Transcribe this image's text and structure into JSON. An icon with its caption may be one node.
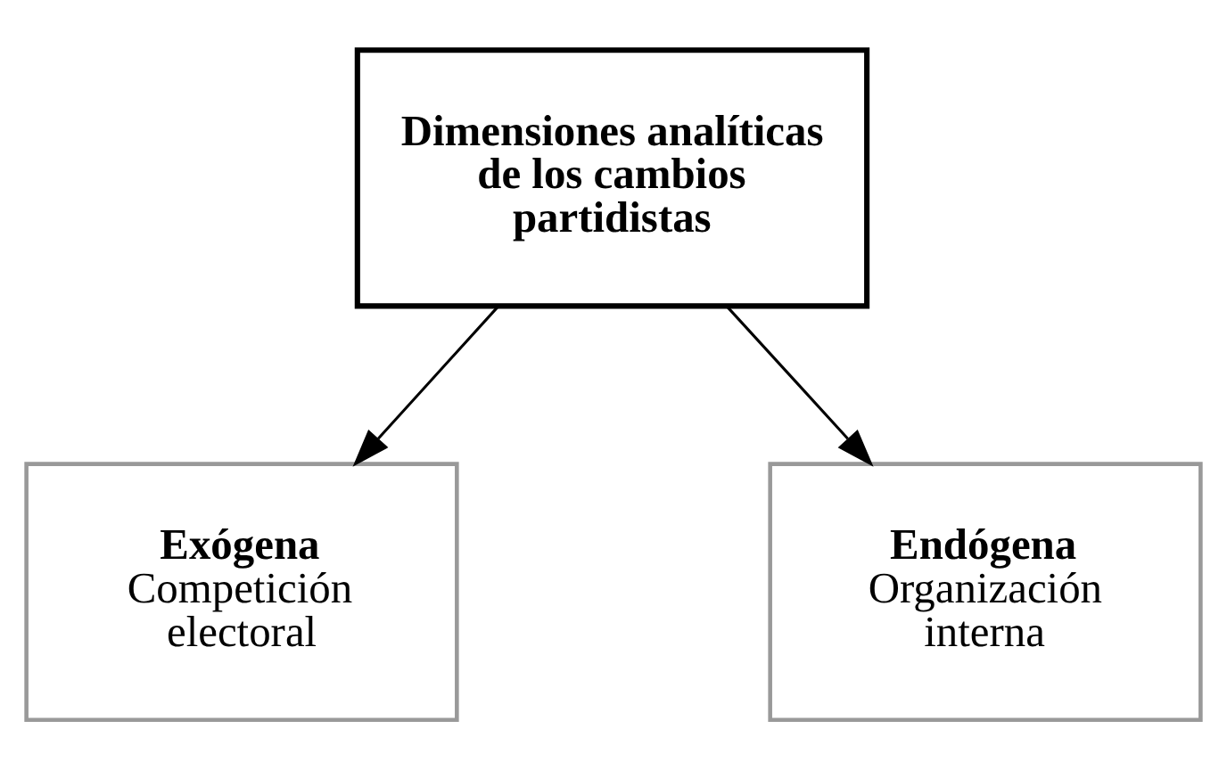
{
  "diagram": {
    "nodes": [
      {
        "text": [
          "Dimensiones analíticas de los cambios partidistas"
        ]
      },
      {
        "text": [
          "Exógena",
          "Competición electoral"
        ]
      },
      {
        "text": [
          "Endógena",
          "Organización interna"
        ]
      }
    ],
    "edges": [
      {
        "from": 0,
        "to": 1,
        "arrow": "to"
      },
      {
        "from": 0,
        "to": 2,
        "arrow": "to"
      }
    ]
  }
}
